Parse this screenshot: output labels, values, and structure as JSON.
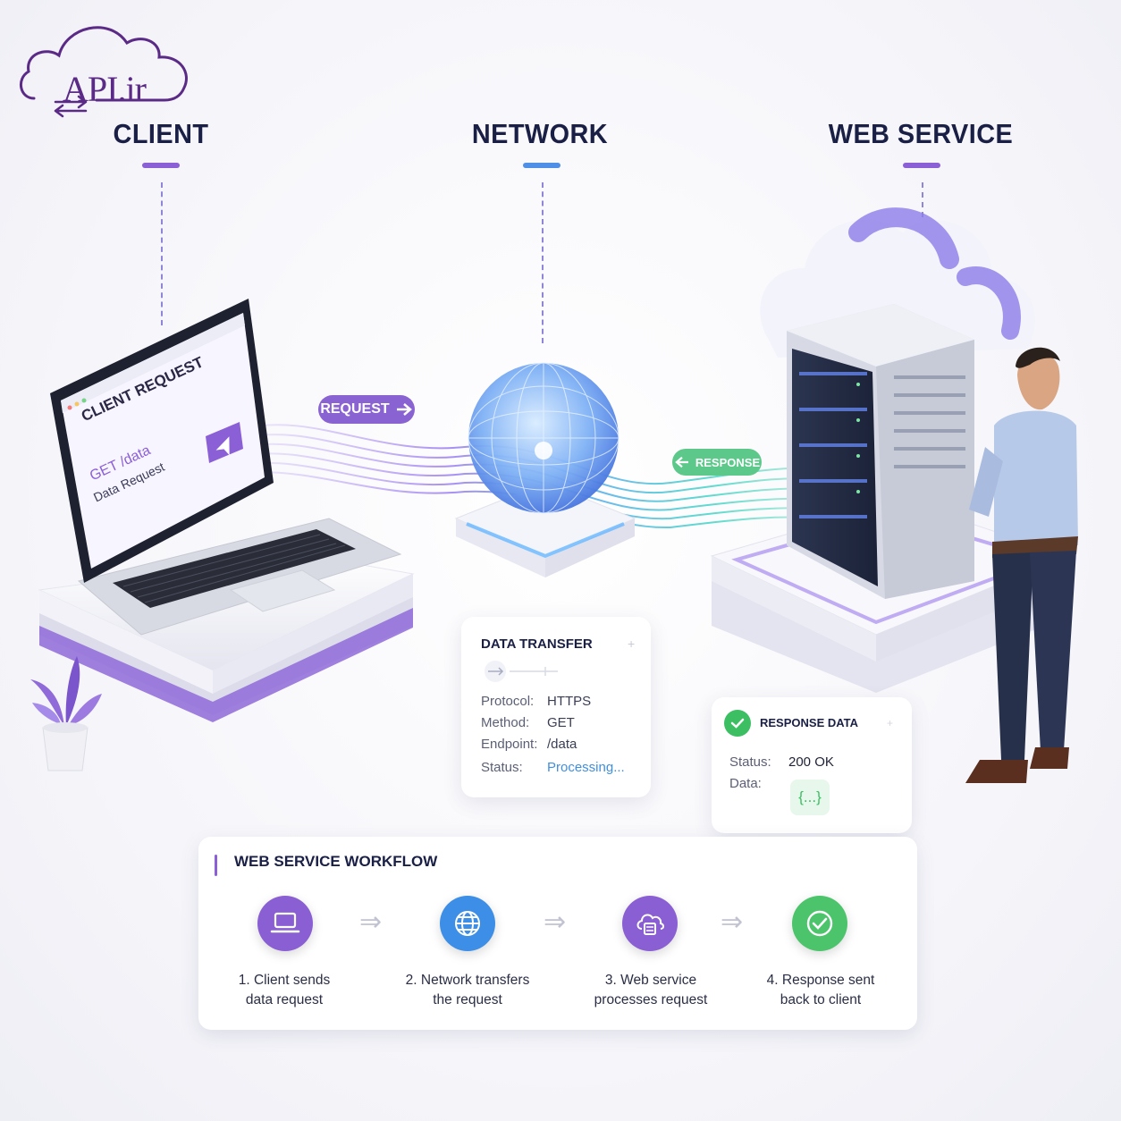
{
  "logo": {
    "text": "API.ir",
    "icon": "cloud-exchange-icon"
  },
  "columns": {
    "client": {
      "title": "CLIENT",
      "accent": "#8b5fd6"
    },
    "network": {
      "title": "NETWORK",
      "accent": "#4f8fe6"
    },
    "web_service": {
      "title": "WEB SERVICE",
      "accent": "#8b5fd6"
    }
  },
  "laptop_screen": {
    "title": "CLIENT REQUEST",
    "method": "GET /data",
    "subtitle": "Data Request",
    "send_icon": "paper-plane-icon"
  },
  "flow": {
    "request_label": "REQUEST",
    "response_label": "RESPONSE",
    "request_color": "#8a63d2",
    "response_color": "#5cc98a"
  },
  "data_transfer": {
    "title": "DATA TRANSFER",
    "rows": [
      {
        "key": "Protocol:",
        "value": "HTTPS"
      },
      {
        "key": "Method:",
        "value": "GET"
      },
      {
        "key": "Endpoint:",
        "value": "/data"
      },
      {
        "key": "Status:",
        "value": "Processing..."
      }
    ],
    "status_color": "#3f8fe0"
  },
  "response_data": {
    "title": "RESPONSE DATA",
    "status_key": "Status:",
    "status_value": "200 OK",
    "data_key": "Data:",
    "data_value": "{...}",
    "check_color": "#3cbf63"
  },
  "workflow": {
    "title": "WEB SERVICE WORKFLOW",
    "steps": [
      {
        "label": "1. Client sends\ndata request",
        "icon": "laptop-icon",
        "color": "#8a5fd4"
      },
      {
        "label": "2. Network transfers\nthe request",
        "icon": "globe-icon",
        "color": "#3d8ee6"
      },
      {
        "label": "3. Web service\nprocesses request",
        "icon": "cloud-server-icon",
        "color": "#8a5fd4"
      },
      {
        "label": "4. Response sent\nback to client",
        "icon": "check-circle-icon",
        "color": "#4cc46b"
      }
    ]
  }
}
